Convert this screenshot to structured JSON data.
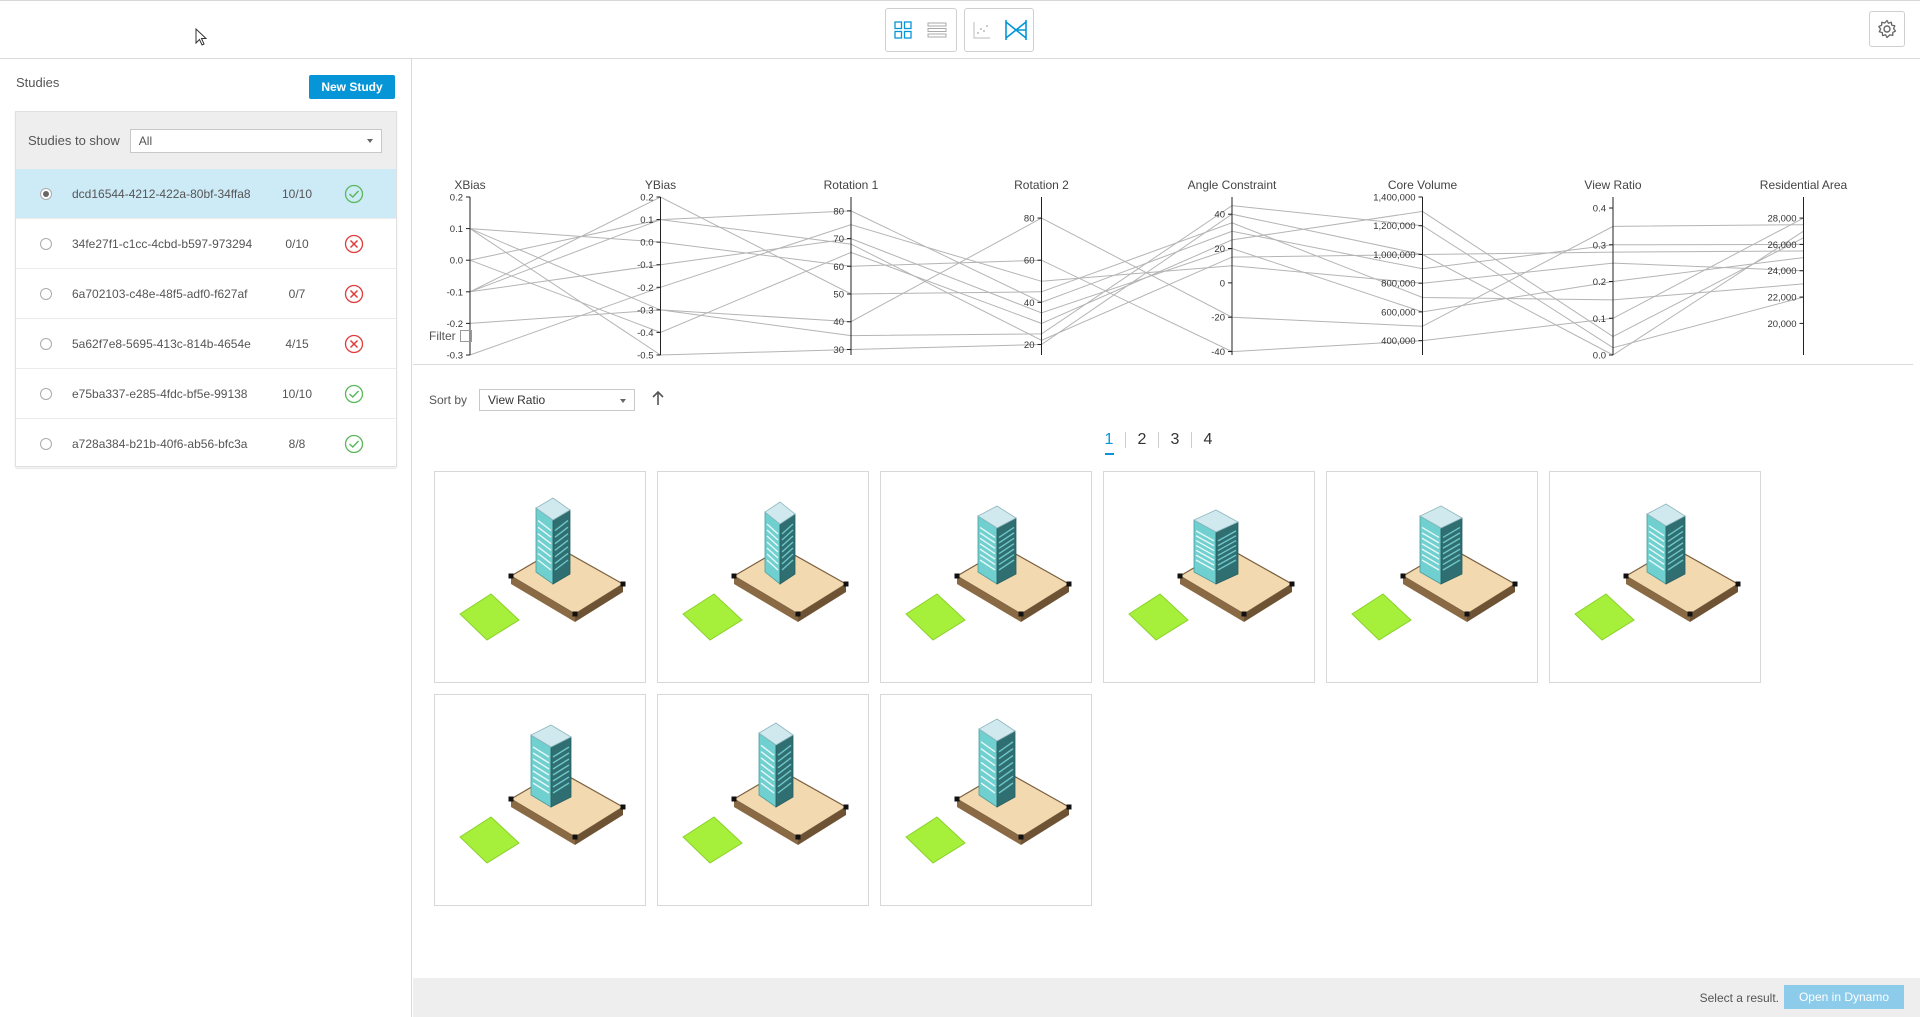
{
  "toolbar": {
    "view_buttons": [
      {
        "icon": "grid-view-icon",
        "active": true
      },
      {
        "icon": "list-view-icon",
        "active": false
      }
    ],
    "chart_buttons": [
      {
        "icon": "scatter-plot-icon",
        "active": false
      },
      {
        "icon": "parallel-coordinates-icon",
        "active": true
      }
    ],
    "settings_icon": "gear-icon"
  },
  "sidebar": {
    "title": "Studies",
    "new_study_label": "New Study",
    "filter_label": "Studies to show",
    "filter_value": "All",
    "studies": [
      {
        "id": "dcd16544-4212-422a-80bf-34ffa8",
        "count": "10/10",
        "status": "success",
        "selected": true
      },
      {
        "id": "34fe27f1-c1cc-4cbd-b597-973294",
        "count": "0/10",
        "status": "error",
        "selected": false
      },
      {
        "id": "6a702103-c48e-48f5-adf0-f627af",
        "count": "0/7",
        "status": "error",
        "selected": false
      },
      {
        "id": "5a62f7e8-5695-413c-814b-4654e",
        "count": "4/15",
        "status": "error",
        "selected": false
      },
      {
        "id": "e75ba337-e285-4fdc-bf5e-99138",
        "count": "10/10",
        "status": "success",
        "selected": false
      },
      {
        "id": "a728a384-b21b-40f6-ab56-bfc3a",
        "count": "8/8",
        "status": "success",
        "selected": false
      }
    ]
  },
  "colors": {
    "accent": "#0696d7",
    "selected_row": "#cdeaf7",
    "success": "#5cb85c",
    "error": "#e03c3c",
    "line": "#b4b4b4"
  },
  "chart_data": {
    "type": "parallel-coordinates",
    "axes": [
      {
        "name": "XBias",
        "min": -0.3,
        "max": 0.2,
        "ticks": [
          "0.2",
          "0.1",
          "0.0",
          "-0.1",
          "-0.2",
          "-0.3"
        ]
      },
      {
        "name": "YBias",
        "min": -0.5,
        "max": 0.2,
        "ticks": [
          "0.2",
          "0.1",
          "0.0",
          "-0.1",
          "-0.2",
          "-0.3",
          "-0.4",
          "-0.5"
        ]
      },
      {
        "name": "Rotation 1",
        "min": 28,
        "max": 85,
        "ticks": [
          "80",
          "70",
          "60",
          "50",
          "40",
          "30"
        ]
      },
      {
        "name": "Rotation 2",
        "min": 15,
        "max": 90,
        "ticks": [
          "80",
          "60",
          "40",
          "20"
        ]
      },
      {
        "name": "Angle Constraint",
        "min": -42,
        "max": 50,
        "ticks": [
          "40",
          "20",
          "0",
          "-20",
          "-40"
        ]
      },
      {
        "name": "Core Volume",
        "min": 300000,
        "max": 1400000,
        "ticks": [
          "1,400,000",
          "1,200,000",
          "1,000,000",
          "800,000",
          "600,000",
          "400,000"
        ]
      },
      {
        "name": "View Ratio",
        "min": 0.0,
        "max": 0.43,
        "ticks": [
          "0.4",
          "0.3",
          "0.2",
          "0.1",
          "0.0"
        ]
      },
      {
        "name": "Residential Area",
        "min": 17600,
        "max": 29600,
        "ticks": [
          "28,000",
          "26,000",
          "24,000",
          "22,000",
          "20,000"
        ]
      }
    ],
    "series": [
      [
        0.1,
        -0.5,
        30,
        20,
        40,
        1000000,
        0.0,
        27000
      ],
      [
        0.0,
        0.1,
        80,
        40,
        30,
        900000,
        0.3,
        26000
      ],
      [
        -0.1,
        -0.1,
        70,
        35,
        20,
        600000,
        0.2,
        25000
      ],
      [
        0.1,
        0.0,
        60,
        60,
        -40,
        400000,
        0.1,
        28000
      ],
      [
        -0.2,
        -0.3,
        35,
        25,
        45,
        1200000,
        0.02,
        22000
      ],
      [
        -0.3,
        -0.2,
        75,
        50,
        10,
        800000,
        0.25,
        24000
      ],
      [
        0.0,
        -0.4,
        65,
        30,
        25,
        1300000,
        0.05,
        26500
      ],
      [
        -0.1,
        0.2,
        50,
        45,
        35,
        700000,
        0.15,
        23000
      ],
      [
        0.1,
        -0.3,
        40,
        80,
        -20,
        500000,
        0.35,
        27500
      ],
      [
        -0.1,
        0.1,
        68,
        22,
        15,
        1000000,
        0.28,
        25500
      ]
    ]
  },
  "filter": {
    "label": "Filter"
  },
  "sort": {
    "label": "Sort by",
    "value": "View Ratio"
  },
  "pagination": {
    "pages": [
      "1",
      "2",
      "3",
      "4"
    ],
    "active": 0
  },
  "results_count": 9,
  "footer": {
    "status_text": "Select a result.",
    "open_label": "Open in Dynamo"
  }
}
